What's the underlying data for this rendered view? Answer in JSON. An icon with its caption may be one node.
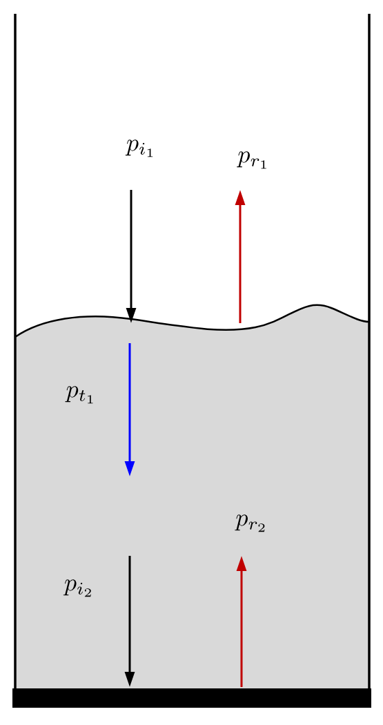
{
  "diagram": {
    "labels": [
      "p_{i_1}",
      "p_{r_1}",
      "p_{t_1}",
      "p_{r_2}",
      "p_{i_2}"
    ]
  }
}
